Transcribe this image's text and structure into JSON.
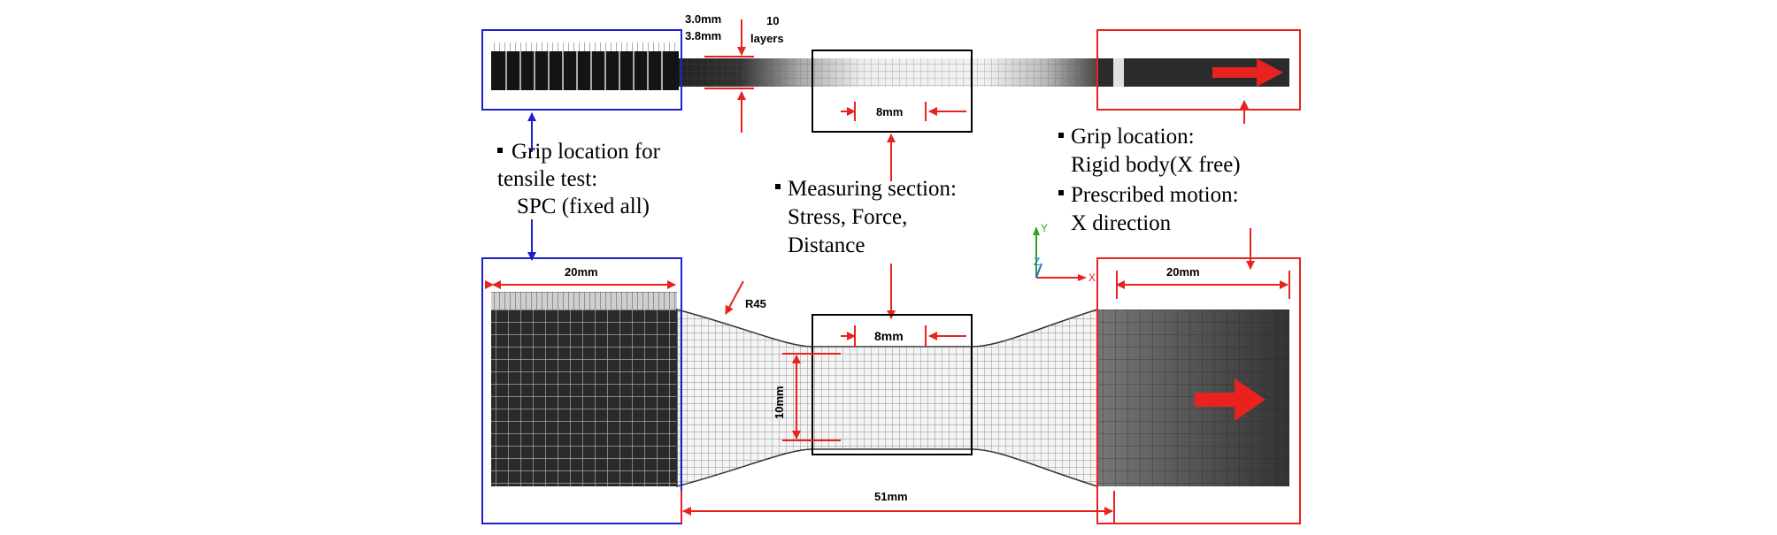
{
  "top_view": {
    "thickness_a": "3.0mm",
    "thickness_b": "3.8mm",
    "layers_line1": "10",
    "layers_line2": "layers",
    "measure_width": "8mm"
  },
  "bottom_view": {
    "left_grip_width": "20mm",
    "right_grip_width": "20mm",
    "radius": "R45",
    "measure_width": "8mm",
    "neck_width": "10mm",
    "gauge_length": "51mm"
  },
  "callouts": {
    "left": [
      "Grip location for",
      "tensile test:",
      "SPC (fixed all)"
    ],
    "middle": [
      "Measuring section:",
      "Stress, Force,",
      "Distance"
    ],
    "right_1": [
      "Grip location:",
      "Rigid body(X free)"
    ],
    "right_2": [
      "Prescribed motion:",
      "X direction"
    ]
  },
  "axes": {
    "y": "Y",
    "z": "Z",
    "x": "X"
  },
  "colors": {
    "fixed_box": "#1f1fd0",
    "motion_box": "#e8231f",
    "arrow": "#e8231f",
    "mesh_dark": "#1a1a1a"
  }
}
